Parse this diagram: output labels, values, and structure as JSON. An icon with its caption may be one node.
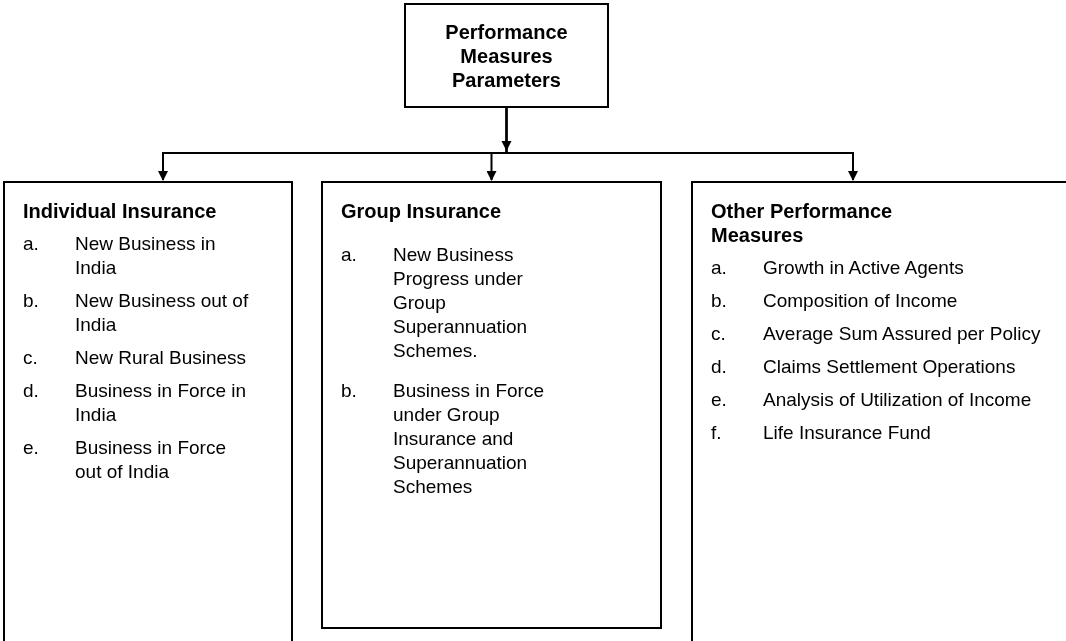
{
  "diagram": {
    "nodes": [
      {
        "text": [
          "Performance Measures Parameters"
        ]
      },
      {
        "text": [
          "Individual Insurance",
          "a.",
          "New Business in India",
          "b.",
          "New Business out of India",
          "c.",
          "New Rural Business",
          "d.",
          "Business in Force in India",
          "e.",
          "Business in Force out of India"
        ]
      },
      {
        "text": [
          "Group Insurance",
          "a.",
          "New Business Progress under Group Superannuation Schemes.",
          "b.",
          "Business in Force under Group Insurance and Superannuation Schemes"
        ]
      },
      {
        "text": [
          "Other Performance Measures",
          "a.",
          "Growth in Active Agents",
          "b.",
          "Composition of Income",
          "c.",
          "Average Sum Assured per Policy",
          "d.",
          "Claims Settlement Operations",
          "e.",
          "Analysis of Utilization of Income",
          "f.",
          "Life Insurance Fund"
        ]
      }
    ],
    "edges": [
      {
        "from": 0,
        "to": 1,
        "arrow": "to"
      },
      {
        "from": 0,
        "to": 2,
        "arrow": "to"
      },
      {
        "from": 0,
        "to": 3,
        "arrow": "to"
      }
    ]
  }
}
